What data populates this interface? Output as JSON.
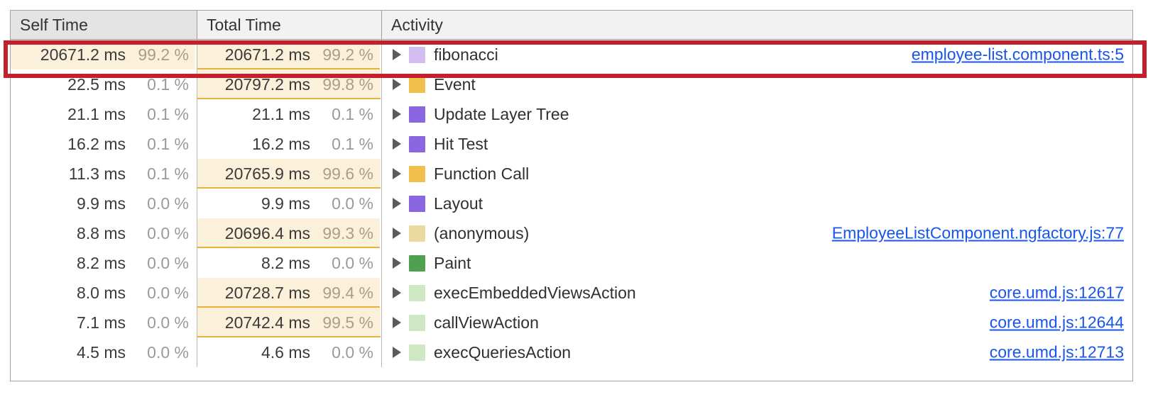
{
  "panel": {
    "name": "performance-bottom-up-tree"
  },
  "columns": [
    {
      "key": "self_time",
      "label": "Self Time"
    },
    {
      "key": "total_time",
      "label": "Total Time"
    },
    {
      "key": "activity",
      "label": "Activity"
    }
  ],
  "colors": {
    "annotation_red": "#c31f2c",
    "bar_fill": "#fbf0d9",
    "bar_border": "#e8b33c",
    "link_blue": "#1a55ea",
    "header_bg": "#f2f2f2",
    "header_sorted_bg": "#e4e4e4"
  },
  "annotation": {
    "target_row_index": 0,
    "shape": "rectangle-outline"
  },
  "rows": [
    {
      "self_ms": "20671.2 ms",
      "self_pct": "99.2 %",
      "self_bar_pct": 99.2,
      "total_ms": "20671.2 ms",
      "total_pct": "99.2 %",
      "total_bar_pct": 99.2,
      "activity": "fibonacci",
      "swatch_color": "#d3bdf0",
      "swatch_name": "scripting-category-swatch",
      "source": "employee-list.component.ts:5",
      "expanded": false,
      "highlighted": true
    },
    {
      "self_ms": "22.5 ms",
      "self_pct": "0.1 %",
      "self_bar_pct": 0.1,
      "total_ms": "20797.2 ms",
      "total_pct": "99.8 %",
      "total_bar_pct": 99.8,
      "activity": "Event",
      "swatch_color": "#f0bf4c",
      "swatch_name": "scripting-category-swatch",
      "source": "",
      "expanded": false,
      "highlighted": false
    },
    {
      "self_ms": "21.1 ms",
      "self_pct": "0.1 %",
      "self_bar_pct": 0.1,
      "total_ms": "21.1 ms",
      "total_pct": "0.1 %",
      "total_bar_pct": 0.1,
      "activity": "Update Layer Tree",
      "swatch_color": "#8a66e0",
      "swatch_name": "rendering-category-swatch",
      "source": "",
      "expanded": false,
      "highlighted": false
    },
    {
      "self_ms": "16.2 ms",
      "self_pct": "0.1 %",
      "self_bar_pct": 0.1,
      "total_ms": "16.2 ms",
      "total_pct": "0.1 %",
      "total_bar_pct": 0.1,
      "activity": "Hit Test",
      "swatch_color": "#8a66e0",
      "swatch_name": "rendering-category-swatch",
      "source": "",
      "expanded": false,
      "highlighted": false
    },
    {
      "self_ms": "11.3 ms",
      "self_pct": "0.1 %",
      "self_bar_pct": 0.1,
      "total_ms": "20765.9 ms",
      "total_pct": "99.6 %",
      "total_bar_pct": 99.6,
      "activity": "Function Call",
      "swatch_color": "#f0bf4c",
      "swatch_name": "scripting-category-swatch",
      "source": "",
      "expanded": false,
      "highlighted": false
    },
    {
      "self_ms": "9.9 ms",
      "self_pct": "0.0 %",
      "self_bar_pct": 0.0,
      "total_ms": "9.9 ms",
      "total_pct": "0.0 %",
      "total_bar_pct": 0.0,
      "activity": "Layout",
      "swatch_color": "#8a66e0",
      "swatch_name": "rendering-category-swatch",
      "source": "",
      "expanded": false,
      "highlighted": false
    },
    {
      "self_ms": "8.8 ms",
      "self_pct": "0.0 %",
      "self_bar_pct": 0.0,
      "total_ms": "20696.4 ms",
      "total_pct": "99.3 %",
      "total_bar_pct": 99.3,
      "activity": "(anonymous)",
      "swatch_color": "#ecd9a0",
      "swatch_name": "scripting-category-swatch",
      "source": "EmployeeListComponent.ngfactory.js:77",
      "expanded": false,
      "highlighted": false
    },
    {
      "self_ms": "8.2 ms",
      "self_pct": "0.0 %",
      "self_bar_pct": 0.0,
      "total_ms": "8.2 ms",
      "total_pct": "0.0 %",
      "total_bar_pct": 0.0,
      "activity": "Paint",
      "swatch_color": "#4fa04f",
      "swatch_name": "painting-category-swatch",
      "source": "",
      "expanded": false,
      "highlighted": false
    },
    {
      "self_ms": "8.0 ms",
      "self_pct": "0.0 %",
      "self_bar_pct": 0.0,
      "total_ms": "20728.7 ms",
      "total_pct": "99.4 %",
      "total_bar_pct": 99.4,
      "activity": "execEmbeddedViewsAction",
      "swatch_color": "#cfe8c4",
      "swatch_name": "scripting-category-swatch",
      "source": "core.umd.js:12617",
      "expanded": false,
      "highlighted": false
    },
    {
      "self_ms": "7.1 ms",
      "self_pct": "0.0 %",
      "self_bar_pct": 0.0,
      "total_ms": "20742.4 ms",
      "total_pct": "99.5 %",
      "total_bar_pct": 99.5,
      "activity": "callViewAction",
      "swatch_color": "#cfe8c4",
      "swatch_name": "scripting-category-swatch",
      "source": "core.umd.js:12644",
      "expanded": false,
      "highlighted": false
    },
    {
      "self_ms": "4.5 ms",
      "self_pct": "0.0 %",
      "self_bar_pct": 0.0,
      "total_ms": "4.6 ms",
      "total_pct": "0.0 %",
      "total_bar_pct": 0.0,
      "activity": "execQueriesAction",
      "swatch_color": "#cfe8c4",
      "swatch_name": "scripting-category-swatch",
      "source": "core.umd.js:12713",
      "expanded": false,
      "highlighted": false
    }
  ]
}
